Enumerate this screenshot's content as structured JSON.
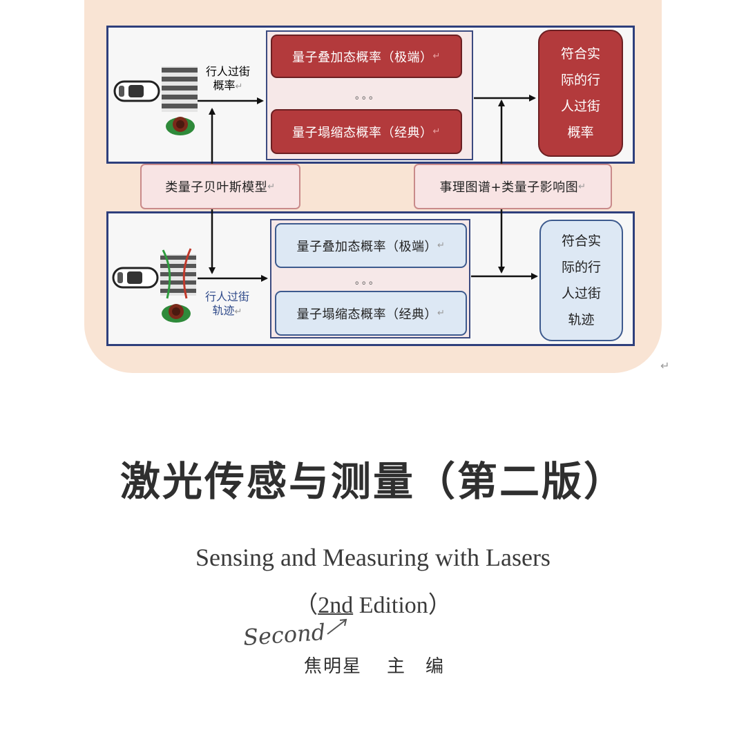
{
  "diagram": {
    "top": {
      "scene_label_1": "行人过街",
      "scene_label_2": "概率",
      "state_extreme": "量子叠加态概率（极端）",
      "state_classic": "量子塌缩态概率（经典）",
      "ellipsis": "。。。",
      "result_lines": [
        "符合实",
        "际的行",
        "人过街",
        "概率"
      ]
    },
    "middle": {
      "bayes_model": "类量子贝叶斯模型",
      "influence_graph": "事理图谱+类量子影响图"
    },
    "bottom": {
      "scene_label_1": "行人过街",
      "scene_label_2": "轨迹",
      "state_extreme": "量子叠加态概率（极端）",
      "state_classic": "量子塌缩态概率（经典）",
      "ellipsis": "。。。",
      "result_lines": [
        "符合实",
        "际的行",
        "人过街",
        "轨迹"
      ]
    },
    "colors": {
      "red_box": "#b33a3c",
      "blue_box": "#dde8f4",
      "panel_border": "#2e3f7c",
      "background": "#f9e4d4"
    }
  },
  "book": {
    "title_cn": "激光传感与测量（第二版）",
    "title_en": "Sensing and Measuring with Lasers",
    "edition_open": "（",
    "edition_num": "2nd",
    "edition_rest": " Edition）",
    "handwritten_note": "Second",
    "author": "焦明星",
    "role": "主编"
  }
}
